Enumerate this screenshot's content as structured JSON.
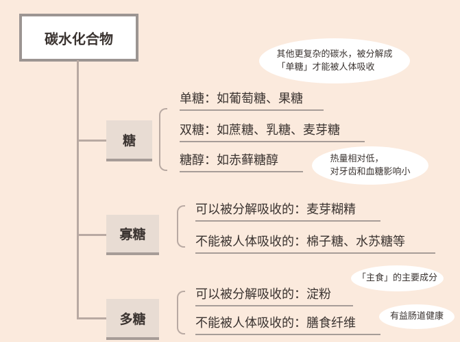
{
  "title": "碳水化合物",
  "categories": [
    {
      "label": "糖",
      "items": [
        "单糖：如葡萄糖、果糖",
        "双糖：如蔗糖、乳糖、麦芽糖",
        "糖醇：如赤藓糖醇"
      ]
    },
    {
      "label": "寡糖",
      "items": [
        "可以被分解吸收的：麦芽糊精",
        "不能被人体吸收的：棉子糖、水苏糖等"
      ]
    },
    {
      "label": "多糖",
      "items": [
        "可以被分解吸收的：淀粉",
        "不能被人体吸收的：膳食纤维"
      ]
    }
  ],
  "notes": [
    {
      "lines": [
        "其他更复杂的碳水，被分解成",
        "「单糖」才能被人体吸收"
      ]
    },
    {
      "lines": [
        "热量相对低，",
        "对牙齿和血糖影响小"
      ]
    },
    {
      "lines": [
        "「主食」的主要成分"
      ]
    },
    {
      "lines": [
        "有益肠道健康"
      ]
    }
  ]
}
